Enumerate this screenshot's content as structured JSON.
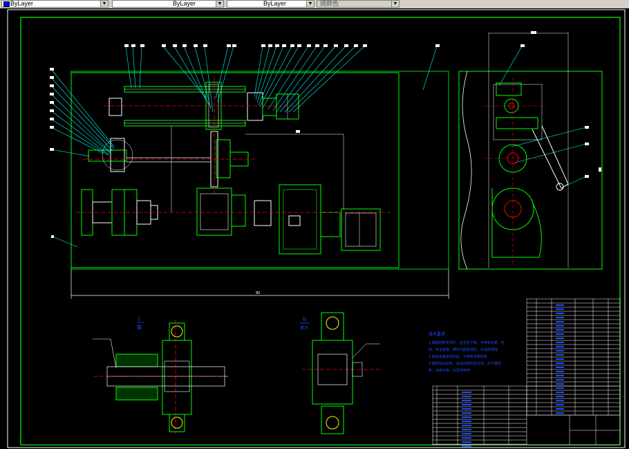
{
  "toolbar": {
    "color_combo": "ByLayer",
    "linetype_combo": "ByLayer",
    "lineweight_combo": "ByLayer",
    "plotstyle_combo": "随颜色"
  },
  "drawing": {
    "view_label_1": "I",
    "view_label_1b": "旋",
    "view_label_2": "II",
    "view_label_2b": "放大",
    "dimension_total": "80",
    "notes_title": "技术要求",
    "notes_lines": [
      "1.装配前所有零件，应清洗干净，不得有杂质，毛",
      "刺、氧化皮等，铸件内腔需清砂，并涂防锈漆",
      "2.各结合面及密封处，不得有渗漏现象；",
      "3.装配后试运转，各运动部件应灵活，无卡阻现",
      "象；运转平稳，无异常响声"
    ]
  },
  "colors": {
    "frame": "#00ff00",
    "leader": "#00ffff",
    "center": "#ff0000",
    "text_blue": "#1f4dff",
    "white": "#ffffff",
    "yellow": "#ffff00"
  }
}
